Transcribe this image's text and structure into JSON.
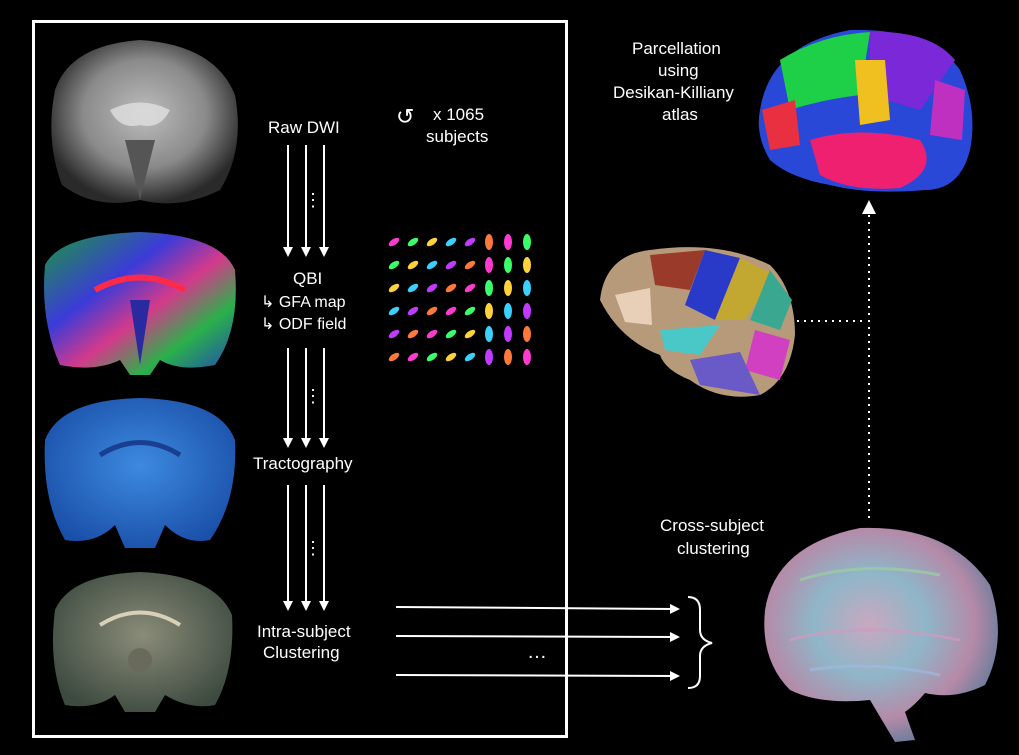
{
  "pipeline": {
    "step1": "Raw DWI",
    "step2_title": "QBI",
    "step2_sub1": "↳ GFA map",
    "step2_sub2": "↳ ODF field",
    "step3": "Tractography",
    "step4_line1": "Intra-subject",
    "step4_line2": "Clustering",
    "dots": "⋮"
  },
  "repeat": {
    "icon": "↺",
    "count_line1": "x 1065",
    "count_line2": "subjects"
  },
  "right": {
    "parcel_line1": "Parcellation",
    "parcel_line2": "using",
    "parcel_line3": "Desikan-Killiany",
    "parcel_line4": "atlas",
    "cross_line1": "Cross-subject",
    "cross_line2": "clustering",
    "ellipsis": "…"
  },
  "images": {
    "raw_dwi": "raw-dwi-coronal-slice",
    "gfa": "gfa-colored-coronal-slice",
    "tractography": "tractography-coronal-render",
    "clusters": "intra-subject-clusters-render",
    "odf": "odf-field-glyphs",
    "atlas": "desikan-killiany-surface",
    "parcellated_brain": "parcellated-brain-render",
    "cross_brain": "cross-subject-clustering-brain"
  }
}
